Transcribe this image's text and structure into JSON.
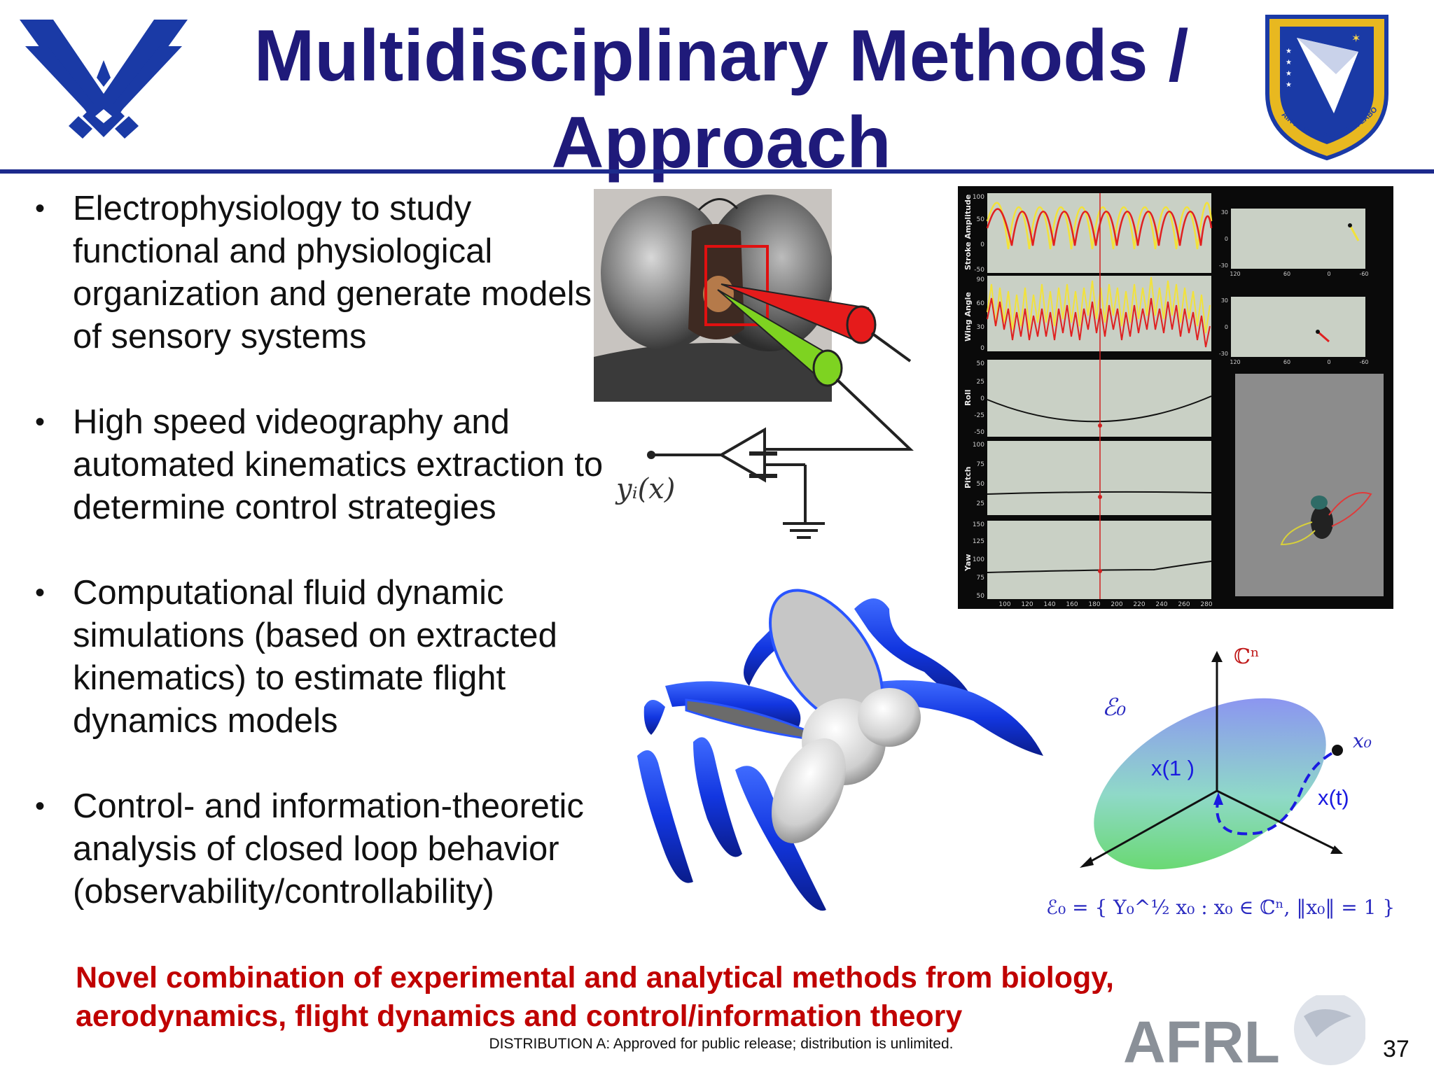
{
  "slide": {
    "title": "Multidisciplinary Methods / Approach",
    "bullets": [
      "Electrophysiology to study functional and physiological organization and generate models of sensory systems",
      "High speed videography and automated kinematics extraction to determine control strategies",
      "Computational fluid dynamic simulations (based on extracted kinematics) to estimate flight dynamics models",
      "Control- and information-theoretic analysis of closed loop behavior (observability/controllability)"
    ],
    "tagline_lines": [
      "Novel combination of experimental and analytical methods from biology,",
      "aerodynamics, flight dynamics and control/information theory"
    ],
    "distribution": "DISTRIBUTION A:  Approved for public release; distribution is unlimited.",
    "page_number": "37"
  },
  "logos": {
    "afrl_wordmark": "AFRL",
    "crest_ring_text": "AIR FORCE RESEARCH LABORATORY"
  },
  "circuit": {
    "output_label": "yᵢ(x)"
  },
  "kinematics_panel": {
    "axis_labels": [
      "Stroke Amplitude",
      "Wing Angle",
      "Roll",
      "Pitch",
      "Yaw"
    ],
    "tick_rows": [
      [
        "100",
        "50",
        "0",
        "-50"
      ],
      [
        "90",
        "60",
        "30",
        "0"
      ],
      [
        "50",
        "25",
        "0",
        "-25",
        "-50"
      ],
      [
        "100",
        "75",
        "50",
        "25"
      ],
      [
        "150",
        "125",
        "100",
        "75",
        "50"
      ]
    ],
    "x_ticks": [
      "100",
      "120",
      "140",
      "160",
      "180",
      "200",
      "220",
      "240",
      "260",
      "280"
    ],
    "small_plot_y": [
      "30",
      "0",
      "-30"
    ],
    "small_plot_x": [
      "120",
      "60",
      "0",
      "-60"
    ]
  },
  "ellipsoid": {
    "space_label": "ℂⁿ",
    "set_label": "ℰ₀",
    "x1_label": "x(1  )",
    "xt_label": "x(t)",
    "x0_label": "x₀",
    "formula": "ℰ₀ = { Y₀^½ x₀ :  x₀ ∈ ℂⁿ,  ‖x₀‖ = 1 }"
  },
  "colors": {
    "title": "#1f1a7a",
    "rule": "#1c2a8c",
    "tagline": "#c00000",
    "airforce_blue": "#1a3aa6"
  }
}
